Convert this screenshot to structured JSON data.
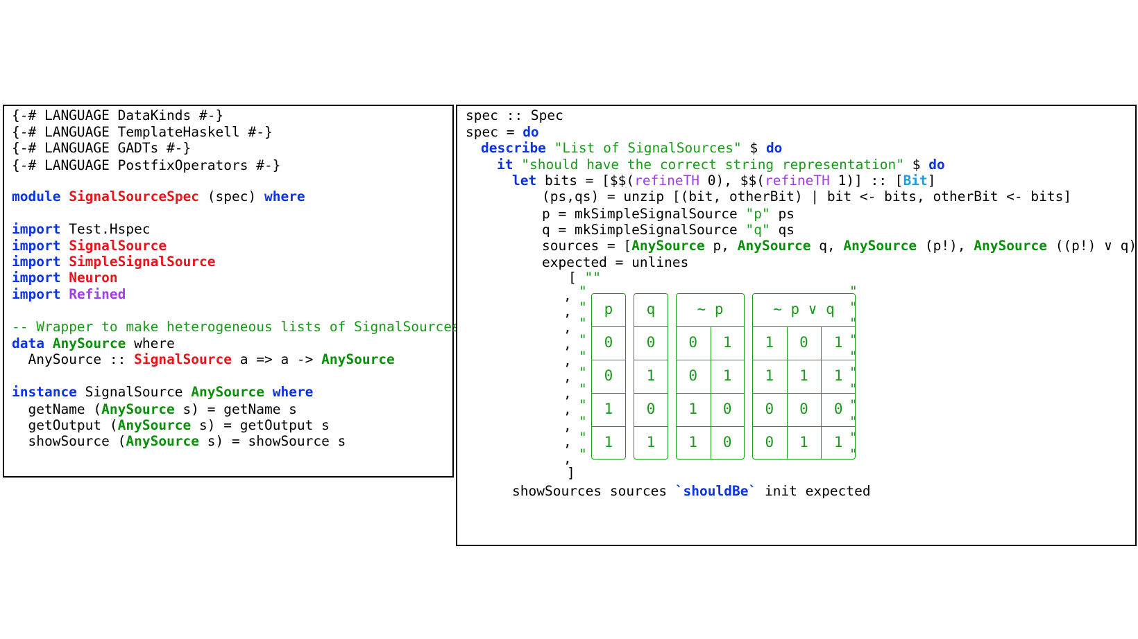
{
  "left": {
    "pragmas": [
      "{-# LANGUAGE DataKinds #-}",
      "{-# LANGUAGE TemplateHaskell #-}",
      "{-# LANGUAGE GADTs #-}",
      "{-# LANGUAGE PostfixOperators #-}"
    ],
    "module_kw": "module",
    "module_name": "SignalSourceSpec",
    "module_exports": " (spec) ",
    "where_kw": "where",
    "import_kw": "import",
    "imports": [
      "Test.Hspec",
      "SignalSource",
      "SimpleSignalSource",
      "Neuron",
      "Refined"
    ],
    "comment": "-- Wrapper to make heterogeneous lists of SignalSources",
    "data_kw": "data",
    "anysource": "AnySource",
    "signalsource": "SignalSource",
    "data_where": " where",
    "ctor_prefix": "  AnySource :: ",
    "ctor_mid": " a => a -> ",
    "instance_kw": "instance",
    "instance_class": " SignalSource ",
    "methods": [
      {
        "pre": "  getName (",
        "post": " s) = getName s"
      },
      {
        "pre": "  getOutput (",
        "post": " s) = getOutput s"
      },
      {
        "pre": "  showSource (",
        "post": " s) = showSource s"
      }
    ]
  },
  "right": {
    "l1": "spec :: Spec",
    "l2a": "spec = ",
    "do_kw": "do",
    "describe_kw": "describe",
    "describe_str": "\"List of SignalSources\"",
    "dollar": " $ ",
    "it_kw": "it",
    "it_str": "\"should have the correct string representation\"",
    "let_kw": "let",
    "let_a": " bits = [$$(",
    "refine": "refineTH",
    "let_b": " 0), $$(",
    "let_c": " 1)] :: [",
    "bit_type": "Bit",
    "let_d": "]",
    "unzip_line": "(ps,qs) = unzip [(bit, otherBit) | bit <- bits, otherBit <- bits]",
    "p_a": "p = mkSimpleSignalSource ",
    "p_str": "\"p\"",
    "p_b": " ps",
    "q_a": "q = mkSimpleSignalSource ",
    "q_str": "\"q\"",
    "q_b": " qs",
    "src_a": "sources = [",
    "anysource": "AnySource",
    "src_b": " p, ",
    "src_c": " q, ",
    "src_d": " (p!), ",
    "src_e": " ((p!) ∨ q)]",
    "expected": "expected = unlines",
    "open_bracket": "[ ",
    "empty_str": "\"\"",
    "comma": ",",
    "quote": "\"",
    "close_bracket": "]",
    "final_a": "showSources sources ",
    "shouldbe": "`shouldBe`",
    "final_b": " init expected"
  },
  "table": {
    "headers": [
      "p",
      "q",
      "~ p",
      "~ p ∨ q"
    ],
    "rows": [
      [
        "0",
        "0",
        "0",
        "1",
        "1",
        "0",
        "1"
      ],
      [
        "0",
        "1",
        "0",
        "1",
        "1",
        "1",
        "1"
      ],
      [
        "1",
        "0",
        "1",
        "0",
        "0",
        "0",
        "0"
      ],
      [
        "1",
        "1",
        "1",
        "0",
        "0",
        "1",
        "1"
      ]
    ]
  }
}
